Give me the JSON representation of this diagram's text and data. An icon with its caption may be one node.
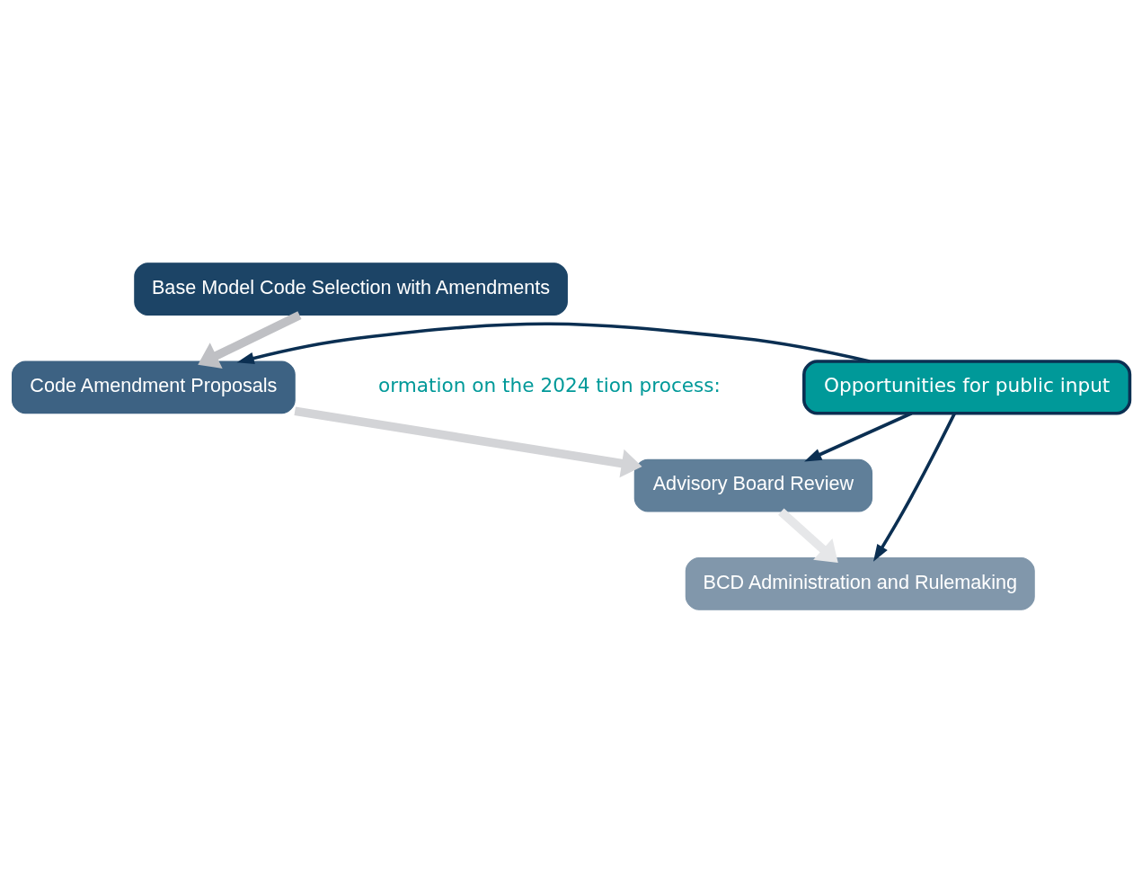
{
  "diagram": {
    "nodes": [
      {
        "text": [
          "Base Model Code Selection with Amendments"
        ]
      },
      {
        "text": [
          "Code Amendment Proposals"
        ]
      },
      {
        "text": [
          "Advisory Board Review"
        ]
      },
      {
        "text": [
          "BCD Administration and Rulemaking"
        ]
      },
      {
        "text": [
          "Opportunities for public input"
        ]
      }
    ],
    "edges": [
      {
        "from": 0,
        "to": 1,
        "arrow": "to",
        "style": "thick",
        "color": "#bfc0c4"
      },
      {
        "from": 1,
        "to": 2,
        "arrow": "to",
        "style": "thick",
        "color": "#d3d4d7"
      },
      {
        "from": 2,
        "to": 3,
        "arrow": "to",
        "style": "thick",
        "color": "#e6e7e9"
      },
      {
        "from": 4,
        "to": 1,
        "arrow": "to",
        "color": "#0b2f52"
      },
      {
        "from": 4,
        "to": 2,
        "arrow": "to",
        "color": "#0b2f52"
      },
      {
        "from": 4,
        "to": 3,
        "arrow": "to",
        "color": "#0b2f52"
      }
    ],
    "labels": [
      "ormation on the 2024 tion process:"
    ]
  }
}
